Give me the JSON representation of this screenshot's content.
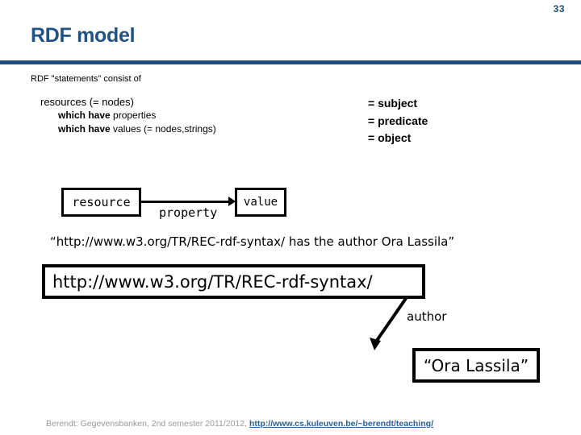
{
  "slide": {
    "page_number": "33",
    "title": "RDF model",
    "accent_color": "#1f4e7d",
    "title_color": "#215284"
  },
  "content": {
    "intro_line": "RDF \"statements\" consist of",
    "bullets": [
      {
        "level": 1,
        "plain_prefix": "",
        "bold": "",
        "text": "resources (= nodes)"
      },
      {
        "level": 2,
        "bold": "which have",
        "text": " properties"
      },
      {
        "level": 2,
        "bold": "which have",
        "text": " values (= nodes,strings)"
      }
    ],
    "spo": [
      "= subject",
      "= predicate",
      "= object"
    ]
  },
  "diagram": {
    "resource_label": "resource",
    "property_label": "property",
    "value_label": "value"
  },
  "example": {
    "sentence": "“http://www.w3.org/TR/REC-rdf-syntax/ has the author Ora Lassila”",
    "subject_box": "http://www.w3.org/TR/REC-rdf-syntax/",
    "predicate_label": "author",
    "object_box": "“Ora Lassila”"
  },
  "footer": {
    "text": "Berendt: Gegevensbanken, 2nd semester 2011/2012, ",
    "link": "http://www.cs.kuleuven.be/~berendt/teaching/",
    "link_color": "#2a5f95",
    "text_color": "#9a9a9a"
  }
}
